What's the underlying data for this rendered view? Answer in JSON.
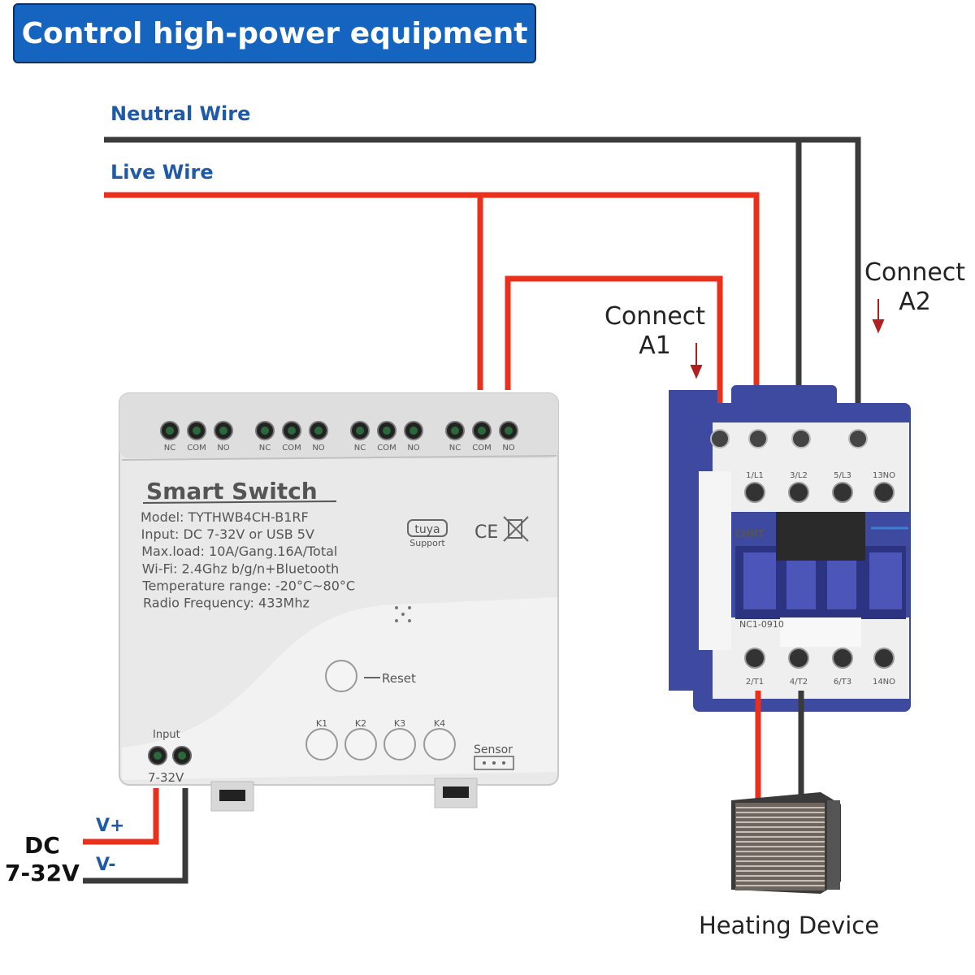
{
  "title": "Control high-power equipment",
  "wires": {
    "neutral": "Neutral Wire",
    "live": "Live Wire"
  },
  "connect_a1": [
    "Connect",
    "A1"
  ],
  "connect_a2": [
    "Connect",
    "A2"
  ],
  "device": {
    "name": "Smart  Switch",
    "specs": [
      "Model:  TYTHWB4CH-B1RF",
      "Input:  DC 7-32V or USB 5V",
      "Max.load:  10A/Gang.16A/Total",
      "Wi-Fi:  2.4Ghz b/g/n+Bluetooth",
      "Temperature range: -20°C~80°C",
      "Radio Frequency:  433Mhz"
    ],
    "terminal_labels": [
      "NC",
      "COM",
      "NO"
    ],
    "tuya": "tuya",
    "tuya_support": "Support",
    "ce": "CE",
    "reset": "Reset",
    "keys": [
      "K1",
      "K2",
      "K3",
      "K4"
    ],
    "sensor": "Sensor",
    "input": "Input",
    "input_range": "7-32V"
  },
  "contactor": {
    "brand": "CHNT",
    "model": "NC1-0910",
    "top_terminals": [
      "1/L1",
      "3/L2",
      "5/L3",
      "13NO"
    ],
    "bottom_terminals": [
      "2/T1",
      "4/T2",
      "6/T3",
      "14NO"
    ]
  },
  "power": {
    "dc": "DC",
    "range": "7-32V",
    "v_plus": "V+",
    "v_minus": "V-"
  },
  "heating_device": "Heating Device",
  "colors": {
    "live": "#e8301c",
    "neutral": "#3a3a3a",
    "accent": "#1565c0",
    "contactor_body": "#3d4aa0"
  }
}
